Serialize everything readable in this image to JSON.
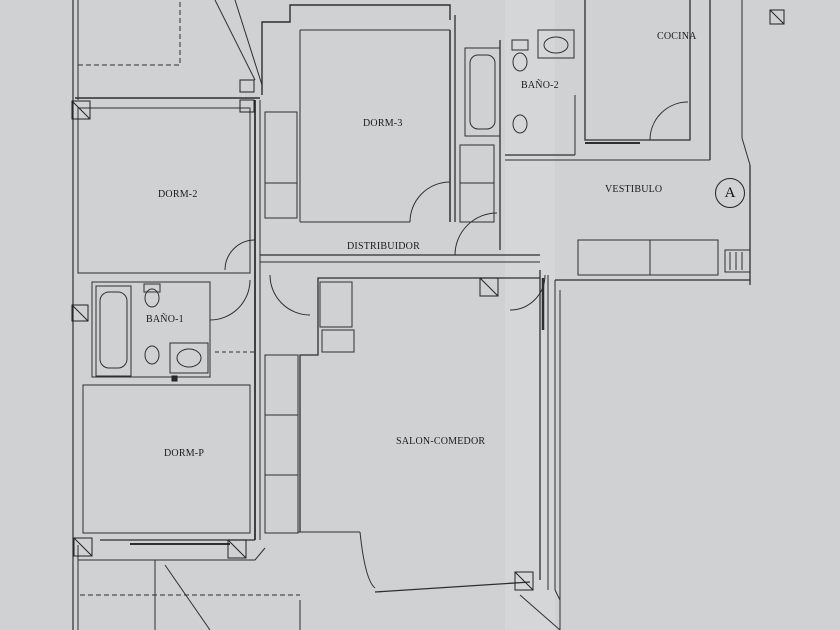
{
  "plan": {
    "rooms": {
      "cocina": "COCINA",
      "bano2": "BAÑO-2",
      "dorm3": "DORM-3",
      "dorm2": "DORM-2",
      "vestibulo": "VESTIBULO",
      "distribuidor": "DISTRIBUIDOR",
      "bano1": "BAÑO-1",
      "salon": "SALON-COMEDOR",
      "dormp": "DORM-P"
    },
    "section_marker": "A"
  },
  "colors": {
    "paper": "#cfd1d3",
    "wall": "#2a2a2a",
    "line": "#3a3a3a",
    "fixture_fill": "#dfe0e1"
  }
}
